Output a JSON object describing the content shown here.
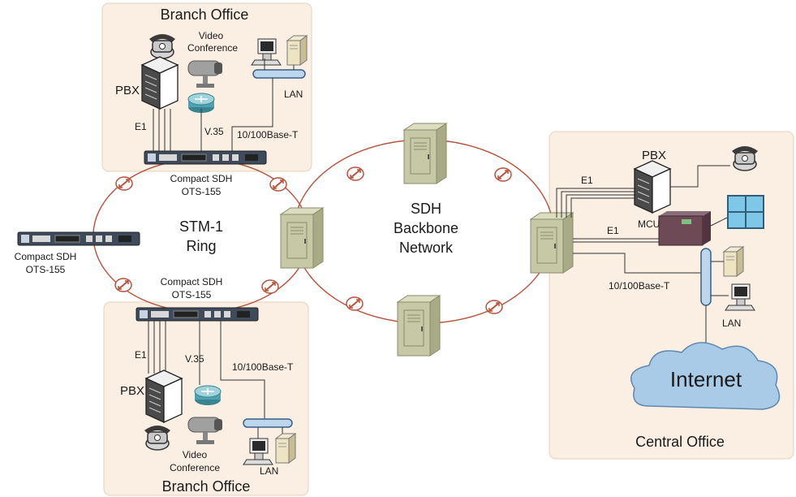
{
  "colors": {
    "office_fill": "#fbefe3",
    "office_stroke": "#e6d2bd",
    "ring_line": "#b5533c",
    "cabinet": "#c7c9a6",
    "cloud": "#a9cbe8"
  },
  "branch_top": {
    "title": "Branch Office",
    "pbx": "PBX",
    "video": [
      "Video",
      "Conference"
    ],
    "lan": "LAN",
    "e1": "E1",
    "v35": "V.35",
    "ethernet": "10/100Base-T"
  },
  "branch_bottom": {
    "title": "Branch Office",
    "pbx": "PBX",
    "video": [
      "Video",
      "Conference"
    ],
    "lan": "LAN",
    "e1": "E1",
    "v35": "V.35",
    "ethernet": "10/100Base-T"
  },
  "central": {
    "title": "Central Office",
    "pbx": "PBX",
    "mcu": "MCU",
    "e1_top": "E1",
    "e1_mid": "E1",
    "ethernet": "10/100Base-T",
    "lan": "LAN",
    "internet": "Internet"
  },
  "ring": {
    "name": [
      "STM-1",
      "Ring"
    ],
    "sdh_top": [
      "Compact SDH",
      "OTS-155"
    ],
    "sdh_bottom": [
      "Compact SDH",
      "OTS-155"
    ],
    "sdh_left": [
      "Compact SDH",
      "OTS-155"
    ]
  },
  "backbone": {
    "name": [
      "SDH",
      "Backbone",
      "Network"
    ]
  },
  "icons": [
    "phone-icon",
    "pbx-icon",
    "camera-icon",
    "router-icon",
    "pc-icon",
    "server-icon",
    "hub-icon",
    "sdh-unit-icon",
    "cabinet-icon",
    "mcu-icon",
    "monitor-wall-icon",
    "cloud-icon",
    "link-marker-icon"
  ]
}
